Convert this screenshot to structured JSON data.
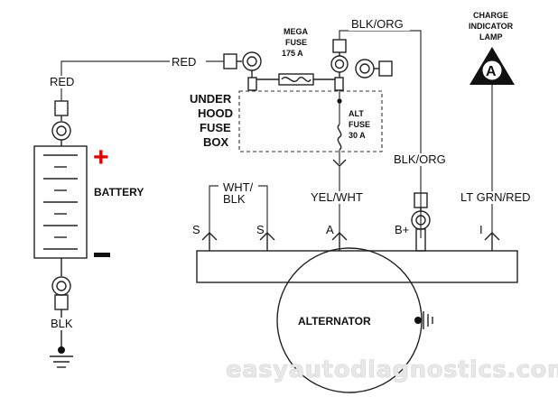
{
  "wires": {
    "red_top": "RED",
    "red_left": "RED",
    "blk_org_top": "BLK/ORG",
    "blk_org_right": "BLK/ORG",
    "wht_blk_line1": "WHT/",
    "wht_blk_line2": "BLK",
    "yel_wht": "YEL/WHT",
    "lt_grn_red": "LT GRN/RED",
    "blk": "BLK"
  },
  "components": {
    "mega_fuse_line1": "MEGA",
    "mega_fuse_line2": "FUSE",
    "mega_fuse_line3": "175 A",
    "alt_fuse_line1": "ALT",
    "alt_fuse_line2": "FUSE",
    "alt_fuse_line3": "30 A",
    "fuse_box_line1": "UNDER",
    "fuse_box_line2": "HOOD",
    "fuse_box_line3": "FUSE",
    "fuse_box_line4": "BOX",
    "battery": "BATTERY",
    "alternator": "ALTERNATOR",
    "lamp_line1": "CHARGE",
    "lamp_line2": "INDICATOR",
    "lamp_line3": "LAMP",
    "lamp_symbol": "A"
  },
  "terminals": {
    "s1": "S",
    "s2": "S",
    "a": "A",
    "b_plus": "B+",
    "i": "I"
  },
  "polarity": {
    "plus": "+",
    "minus": "–"
  },
  "watermark": "easyautodiagnostics.com",
  "colors": {
    "plus": "#e00000",
    "line": "#333333"
  }
}
